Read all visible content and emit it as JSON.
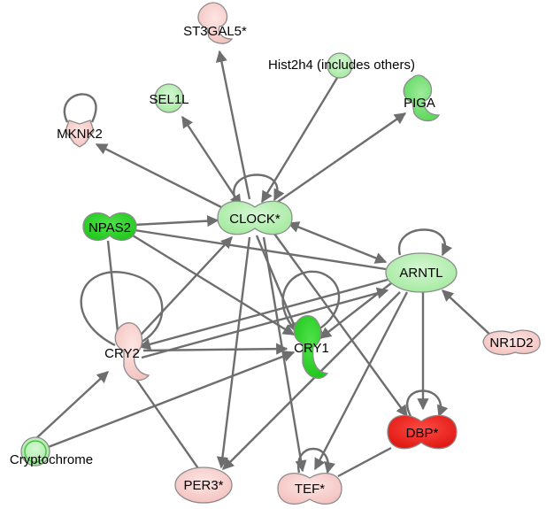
{
  "colors": {
    "light_green": "#b8f0b4",
    "mid_green": "#7be37a",
    "strong_green": "#2ed82a",
    "light_red": "#f8d2d0",
    "mid_red": "#f0a8a4",
    "strong_red": "#ee2a24",
    "edge": "#6e6e6e"
  },
  "nodes": {
    "st3gal5": "ST3GAL5*",
    "hist2h4": "Hist2h4 (includes others)",
    "sel1l": "SEL1L",
    "piga": "PIGA",
    "mknk2": "MKNK2",
    "npas2": "NPAS2",
    "clock": "CLOCK*",
    "arntl": "ARNTL",
    "cry2": "CRY2",
    "cry1": "CRY1",
    "nr1d2": "NR1D2",
    "dbp": "DBP*",
    "cryptochrome": "Cryptochrome",
    "per3": "PER3*",
    "tef": "TEF*"
  }
}
